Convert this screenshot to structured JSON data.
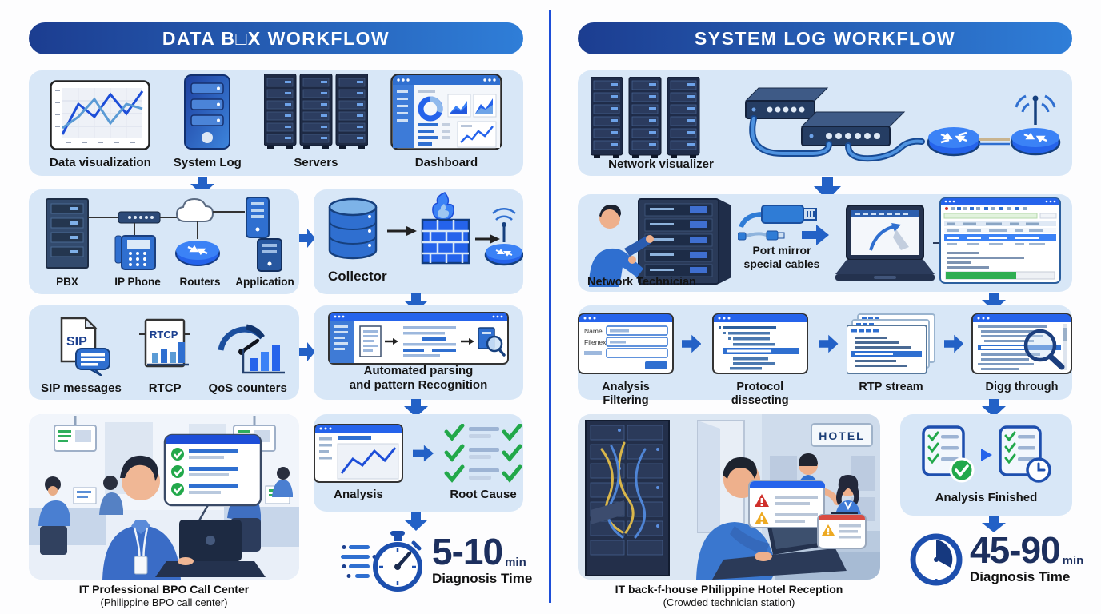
{
  "left_workflow": {
    "title": "DATA B□X WORKFLOW",
    "sources": {
      "data_visualization": "Data visualization",
      "system_log": "System Log",
      "servers": "Servers",
      "dashboard": "Dashboard"
    },
    "telecom": {
      "pbx": "PBX",
      "ip_phone": "IP Phone",
      "routers": "Routers",
      "application": "Application"
    },
    "collector_label": "Collector",
    "signals": {
      "sip": "SIP messages",
      "rtcp": "RTCP",
      "qos": "QoS counters",
      "sip_icon_text": "SIP",
      "rtcp_icon_text": "RTCP"
    },
    "parsing_line1": "Automated parsing",
    "parsing_line2": "and pattern Recognition",
    "analysis_label": "Analysis",
    "root_cause_label": "Root Cause",
    "scene_caption_title": "IT Professional BPO Call Center",
    "scene_caption_sub": "(Philippine BPO call center)",
    "time": {
      "value": "5-10",
      "unit": "min",
      "label": "Diagnosis Time"
    }
  },
  "right_workflow": {
    "title": "SYSTEM LOG WORKFLOW",
    "visualizer_label": "Network visualizer",
    "technician_label": "Network Technician",
    "cables_line1": "Port mirror",
    "cables_line2": "special cables",
    "steps": {
      "filtering": "Analysis Filtering",
      "dissecting": "Protocol dissecting",
      "rtp": "RTP stream",
      "digg": "Digg through"
    },
    "form": {
      "field1": "Name",
      "field2": "Filenext"
    },
    "hotel_sign": "HOTEL",
    "scene_caption_title": "IT back-f-house Philippine Hotel Reception",
    "scene_caption_sub": "(Crowded technician station)",
    "finished_label": "Analysis Finished",
    "time": {
      "value": "45-90",
      "unit": "min",
      "label": "Diagnosis Time"
    }
  },
  "colors": {
    "banner_start": "#1c3d90",
    "banner_end": "#2f7ed8",
    "panel_bg": "#d8e7f7",
    "arrow_blue": "#2361c6",
    "navy_text": "#1c2f5e",
    "check_green": "#22a84a",
    "alert_red": "#cf2f2a",
    "alert_yellow": "#efb googl"
  }
}
